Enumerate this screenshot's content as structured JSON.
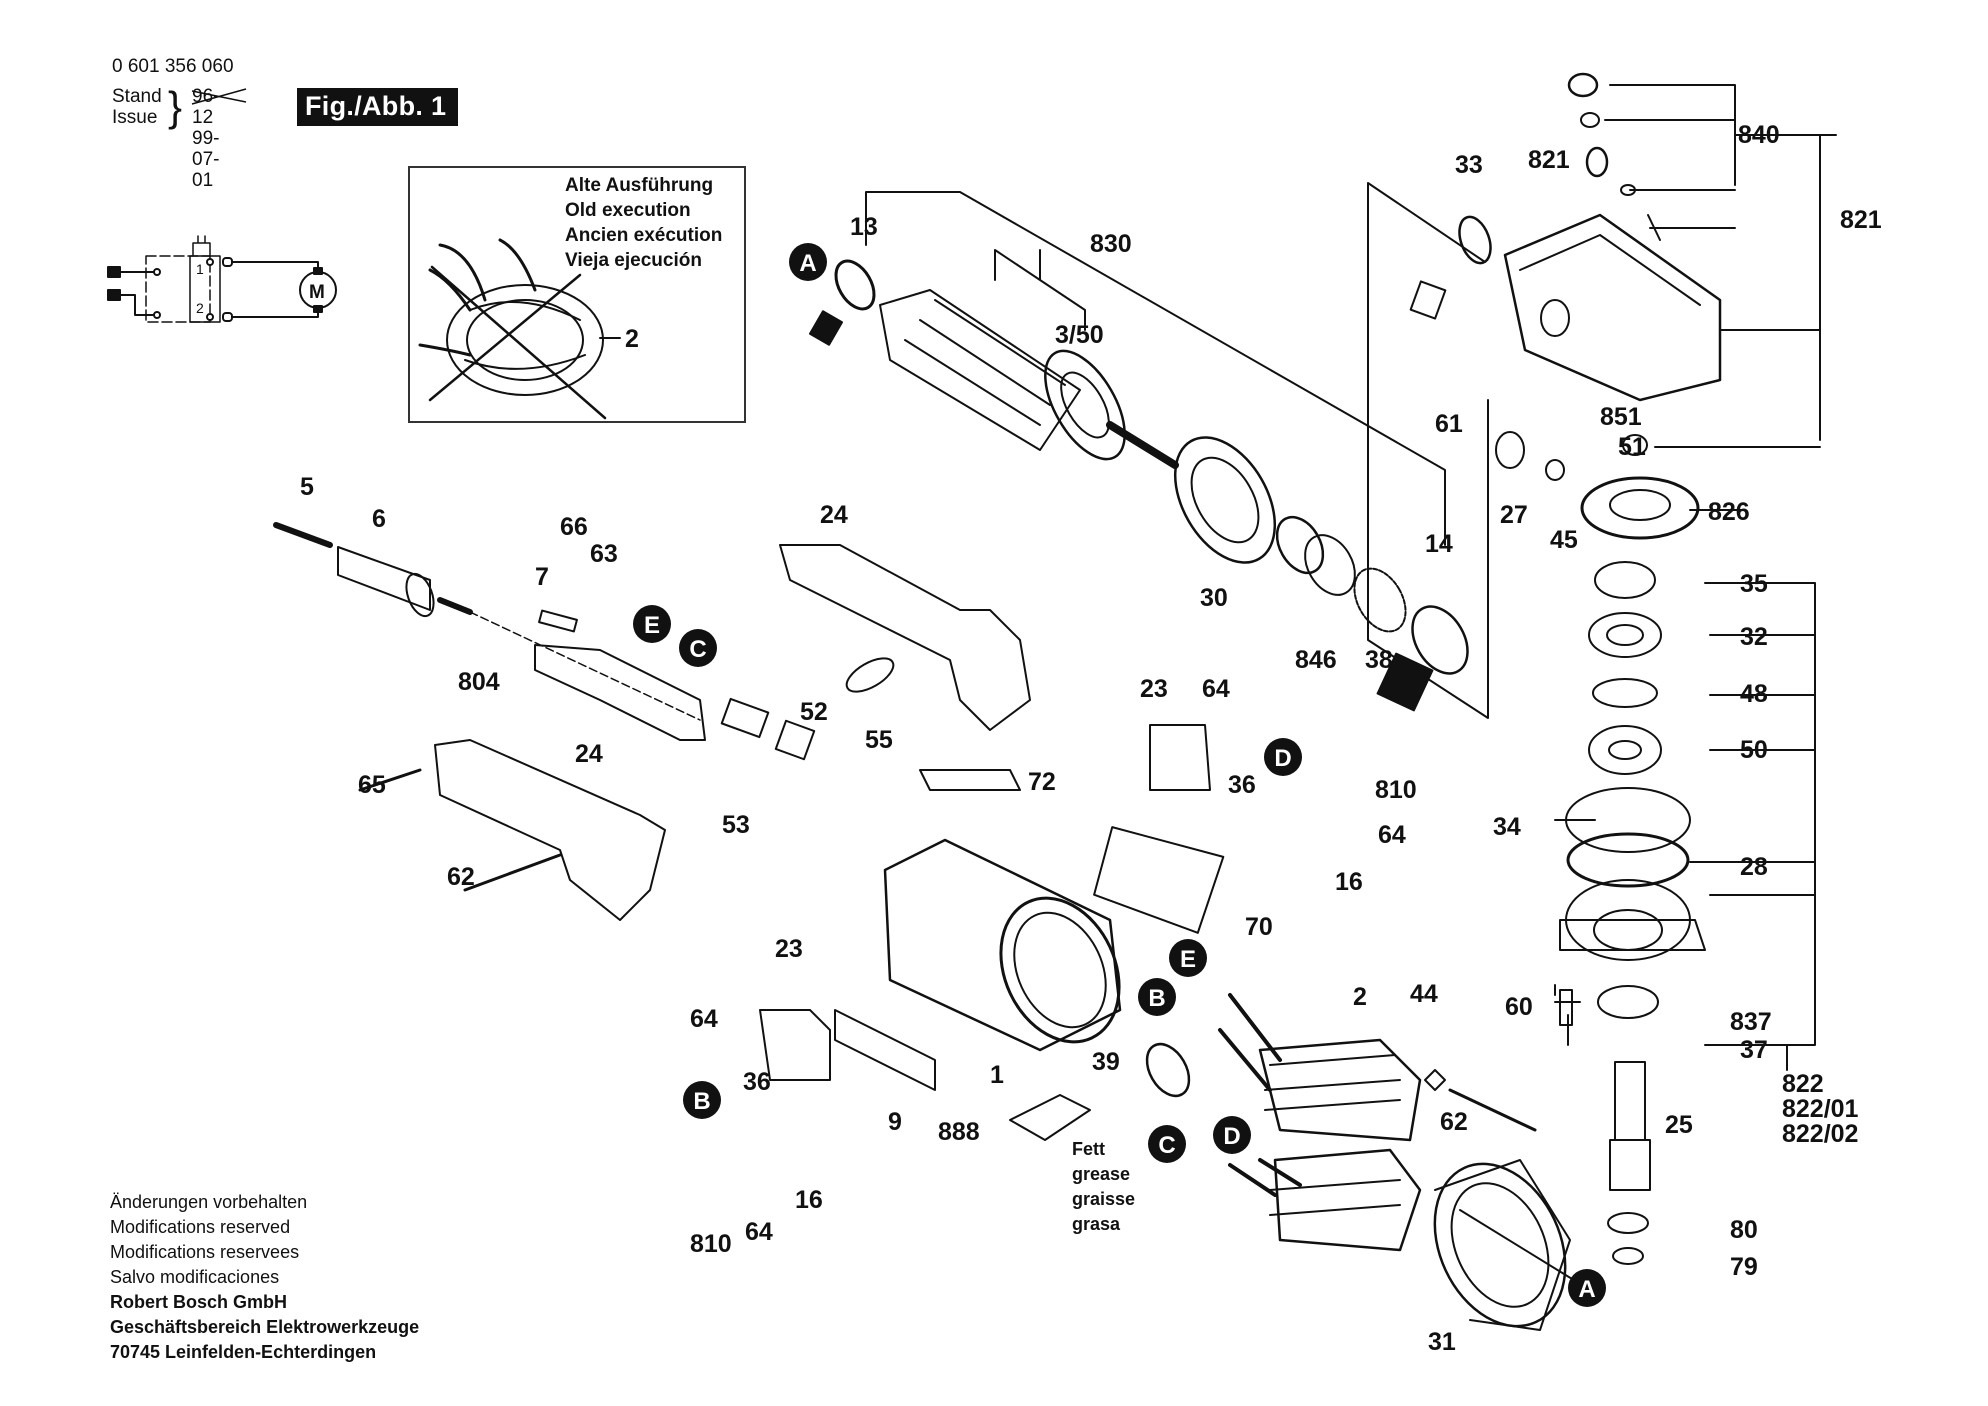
{
  "header": {
    "part_number": "0 601 356 060",
    "stand_label": "Stand",
    "issue_label": "Issue",
    "stand_old_value": "96-12",
    "issue_value": "99-07-01",
    "figure_label": "Fig./Abb. 1"
  },
  "old_execution_box": {
    "lines": [
      "Alte Ausführung",
      "Old execution",
      "Ancien exécution",
      "Vieja ejecución"
    ],
    "part_ref": "2"
  },
  "wiring_diagram": {
    "motor_label": "M",
    "terminal_1": "1",
    "terminal_2": "2"
  },
  "grease_note": {
    "lines": [
      "Fett",
      "grease",
      "graisse",
      "grasa"
    ]
  },
  "footer": {
    "lines": [
      "Änderungen vorbehalten",
      "Modifications reserved",
      "Modifications reservees",
      "Salvo modificaciones"
    ],
    "company": [
      "Robert Bosch GmbH",
      "Geschäftsbereich Elektrowerkzeuge",
      "70745 Leinfelden-Echterdingen"
    ]
  },
  "callouts": [
    {
      "id": "13",
      "label": "13"
    },
    {
      "id": "830",
      "label": "830"
    },
    {
      "id": "3-50",
      "label": "3/50"
    },
    {
      "id": "33",
      "label": "33"
    },
    {
      "id": "821-a",
      "label": "821"
    },
    {
      "id": "840",
      "label": "840"
    },
    {
      "id": "821-b",
      "label": "821"
    },
    {
      "id": "61",
      "label": "61"
    },
    {
      "id": "851",
      "label": "851"
    },
    {
      "id": "51",
      "label": "51"
    },
    {
      "id": "27",
      "label": "27"
    },
    {
      "id": "45",
      "label": "45"
    },
    {
      "id": "826",
      "label": "826"
    },
    {
      "id": "30",
      "label": "30"
    },
    {
      "id": "14",
      "label": "14"
    },
    {
      "id": "846",
      "label": "846"
    },
    {
      "id": "38",
      "label": "38"
    },
    {
      "id": "35",
      "label": "35"
    },
    {
      "id": "32",
      "label": "32"
    },
    {
      "id": "48",
      "label": "48"
    },
    {
      "id": "50",
      "label": "50"
    },
    {
      "id": "34",
      "label": "34"
    },
    {
      "id": "28",
      "label": "28"
    },
    {
      "id": "60",
      "label": "60"
    },
    {
      "id": "837",
      "label": "837"
    },
    {
      "id": "37",
      "label": "37"
    },
    {
      "id": "822",
      "label": "822"
    },
    {
      "id": "822-01",
      "label": "822/01"
    },
    {
      "id": "822-02",
      "label": "822/02"
    },
    {
      "id": "25",
      "label": "25"
    },
    {
      "id": "80",
      "label": "80"
    },
    {
      "id": "79",
      "label": "79"
    },
    {
      "id": "5",
      "label": "5"
    },
    {
      "id": "6",
      "label": "6"
    },
    {
      "id": "66",
      "label": "66"
    },
    {
      "id": "63",
      "label": "63"
    },
    {
      "id": "7",
      "label": "7"
    },
    {
      "id": "804",
      "label": "804"
    },
    {
      "id": "24-a",
      "label": "24"
    },
    {
      "id": "52",
      "label": "52"
    },
    {
      "id": "55",
      "label": "55"
    },
    {
      "id": "53",
      "label": "53"
    },
    {
      "id": "65",
      "label": "65"
    },
    {
      "id": "24-b",
      "label": "24"
    },
    {
      "id": "62-a",
      "label": "62"
    },
    {
      "id": "72",
      "label": "72"
    },
    {
      "id": "23-a",
      "label": "23"
    },
    {
      "id": "64-a",
      "label": "64"
    },
    {
      "id": "36-a",
      "label": "36"
    },
    {
      "id": "810-a",
      "label": "810"
    },
    {
      "id": "64-b",
      "label": "64"
    },
    {
      "id": "16-a",
      "label": "16"
    },
    {
      "id": "70",
      "label": "70"
    },
    {
      "id": "23-b",
      "label": "23"
    },
    {
      "id": "64-c",
      "label": "64"
    },
    {
      "id": "36-b",
      "label": "36"
    },
    {
      "id": "1",
      "label": "1"
    },
    {
      "id": "9",
      "label": "9"
    },
    {
      "id": "888",
      "label": "888"
    },
    {
      "id": "39",
      "label": "39"
    },
    {
      "id": "16-b",
      "label": "16"
    },
    {
      "id": "810-b",
      "label": "810"
    },
    {
      "id": "64-d",
      "label": "64"
    },
    {
      "id": "2",
      "label": "2"
    },
    {
      "id": "44",
      "label": "44"
    },
    {
      "id": "62-b",
      "label": "62"
    },
    {
      "id": "31",
      "label": "31"
    }
  ],
  "connection_badges": [
    {
      "id": "A-top",
      "letter": "A"
    },
    {
      "id": "E-switch",
      "letter": "E"
    },
    {
      "id": "C-switch",
      "letter": "C"
    },
    {
      "id": "D-brush",
      "letter": "D"
    },
    {
      "id": "E-field",
      "letter": "E"
    },
    {
      "id": "B-field",
      "letter": "B"
    },
    {
      "id": "B-brush",
      "letter": "B"
    },
    {
      "id": "C-field",
      "letter": "C"
    },
    {
      "id": "D-field",
      "letter": "D"
    },
    {
      "id": "A-bottom",
      "letter": "A"
    }
  ]
}
